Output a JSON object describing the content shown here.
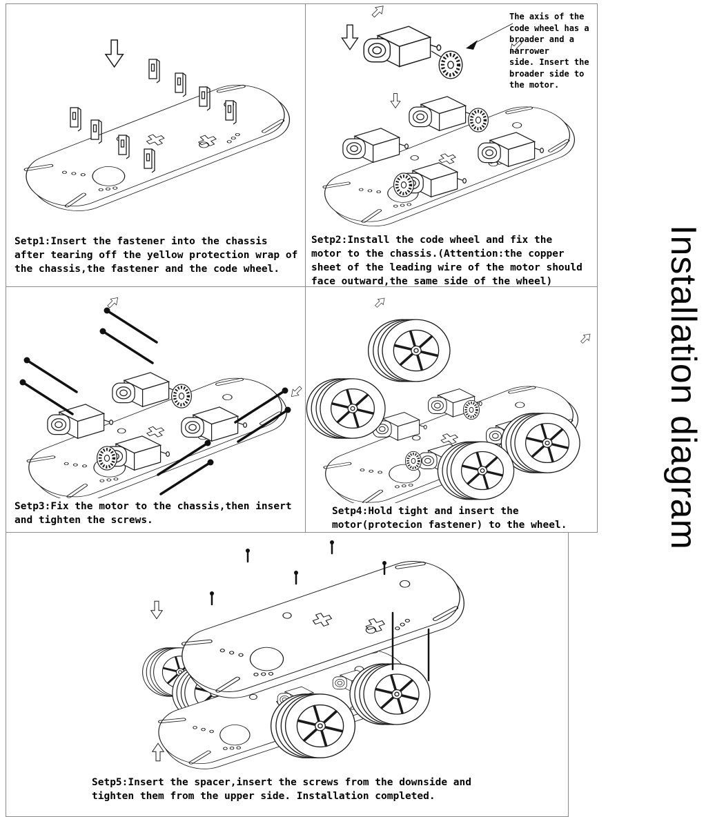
{
  "title": {
    "vertical_label": "Installation diagram"
  },
  "steps": [
    {
      "id": "step1",
      "caption": "Setp1:Insert the fastener into the chassis\nafter tearing off the yellow protection wrap of\nthe chassis,the fastener and the code wheel."
    },
    {
      "id": "step2",
      "caption": "Setp2:Install the code wheel and fix the\nmotor to the chassis.(Attention:the copper\nsheet of the leading wire of the motor should\nface outward,the same side of the wheel)"
    },
    {
      "id": "step3",
      "caption": "Setp3:Fix the motor to the chassis,then insert\nand tighten the screws."
    },
    {
      "id": "step4",
      "caption": "Setp4:Hold tight and insert the\nmotor(protecion fastener) to the wheel."
    },
    {
      "id": "step5",
      "caption": "Setp5:Insert the spacer,insert the screws from the downside and\ntighten them from the upper side.  Installation completed."
    }
  ],
  "annotation": "The axis of the\ncode wheel has a\nbroader and a\nnarrower\nside. Insert the\nbroader side to\nthe motor.",
  "colors": {
    "line_art": "#1a1a1a",
    "panel_border": "#8a8a8a",
    "text": "#000000",
    "background": "#ffffff"
  }
}
